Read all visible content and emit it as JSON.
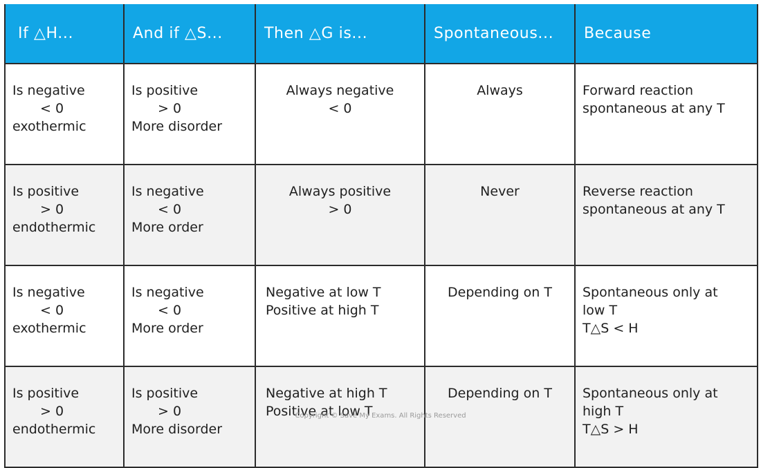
{
  "headers": [
    "If △H...",
    "And if △S...",
    "Then △G is...",
    "Spontaneous...",
    "Because"
  ],
  "rows": [
    {
      "dh": [
        "Is negative",
        "< 0",
        "exothermic"
      ],
      "ds": [
        "Is positive",
        "> 0",
        "More disorder"
      ],
      "dg": [
        "Always negative",
        "< 0"
      ],
      "spontaneous": "Always",
      "because": [
        "Forward reaction",
        "spontaneous at any T"
      ]
    },
    {
      "dh": [
        "Is positive",
        "> 0",
        "endothermic"
      ],
      "ds": [
        "Is negative",
        "< 0",
        "More order"
      ],
      "dg": [
        "Always positive",
        "> 0"
      ],
      "spontaneous": "Never",
      "because": [
        "Reverse reaction",
        "spontaneous at any T"
      ]
    },
    {
      "dh": [
        "Is negative",
        "< 0",
        "exothermic"
      ],
      "ds": [
        "Is negative",
        "< 0",
        "More order"
      ],
      "dg": [
        "Negative at low T",
        "Positive at high T"
      ],
      "spontaneous": "Depending on T",
      "because": [
        "Spontaneous only at",
        "low T",
        "T△S < H"
      ]
    },
    {
      "dh": [
        "Is positive",
        "> 0",
        "endothermic"
      ],
      "ds": [
        "Is positive",
        "> 0",
        "More disorder"
      ],
      "dg": [
        "Negative at high T",
        "Positive at low T"
      ],
      "spontaneous": "Depending on T",
      "because": [
        "Spontaneous only at",
        "high T",
        "T△S > H"
      ]
    }
  ],
  "copyright": "Copyright © Save My Exams. All Rights Reserved",
  "colors": {
    "header_bg": "#12a6e6",
    "alt_row": "#f2f2f2",
    "border": "#2b2b2b"
  }
}
